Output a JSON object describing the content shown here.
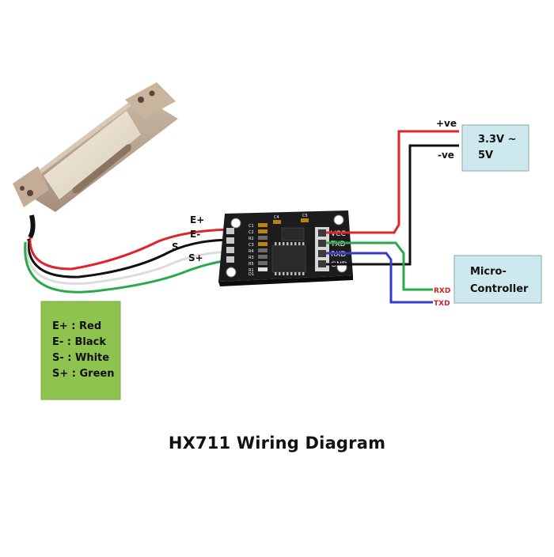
{
  "title": "HX711 Wiring Diagram",
  "load_cell_wires": [
    {
      "label": "E+",
      "color": "Red"
    },
    {
      "label": "E-",
      "color": "Black"
    },
    {
      "label": "S-",
      "color": "White"
    },
    {
      "label": "S+",
      "color": "Green"
    }
  ],
  "legend": {
    "lines": [
      "E+ : Red",
      "E- : Black",
      "S- : White",
      "S+ : Green"
    ],
    "background": "#8fc34f"
  },
  "module": {
    "pins": [
      "VCC",
      "TXD",
      "RXD",
      "GND"
    ],
    "components": [
      "C1",
      "C2",
      "R2",
      "C3",
      "R4",
      "R3",
      "R5",
      "R1",
      "C4",
      "C5",
      "D1"
    ]
  },
  "power_supply": {
    "label_line1": "3.3V ~",
    "label_line2": "5V",
    "positive": "+ve",
    "negative": "-ve",
    "background": "#cde9ee"
  },
  "microcontroller": {
    "label_line1": "Micro-",
    "label_line2": "Controller",
    "rxd": "RXD",
    "txd": "TXD",
    "background": "#cde9ee"
  },
  "colors": {
    "red": "#e0242a",
    "black": "#111111",
    "white": "#e6e6e6",
    "green": "#2aa84a",
    "blue": "#3a3ac8",
    "pin_label": "#d02020"
  }
}
